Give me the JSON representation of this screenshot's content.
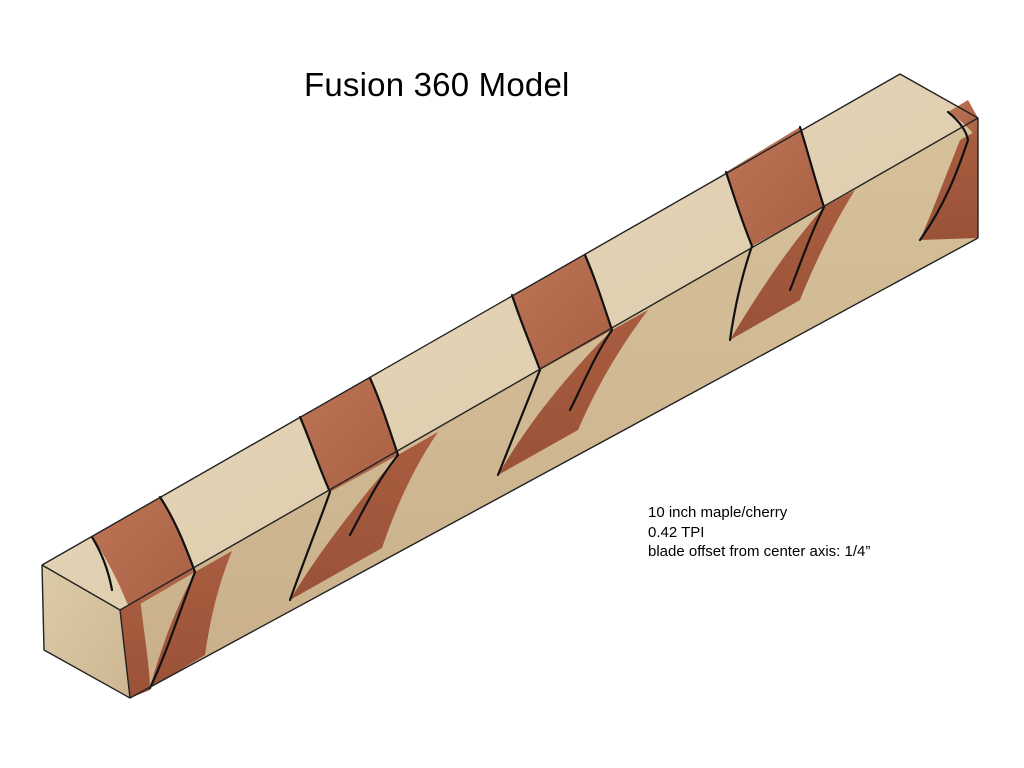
{
  "title": "Fusion 360 Model",
  "specs": {
    "line1": "10 inch maple/cherry",
    "line2": "0.42 TPI",
    "line3": "blade offset from center axis: 1/4”"
  },
  "materials": {
    "maple": "#dcc8a4",
    "cherry": "#b1684b",
    "outline": "#111111"
  },
  "model": {
    "description_icon": "wood-spiral-beam",
    "segment_pattern": [
      "cherry",
      "maple",
      "cherry",
      "maple",
      "cherry",
      "maple",
      "cherry",
      "maple",
      "cherry",
      "maple"
    ]
  }
}
